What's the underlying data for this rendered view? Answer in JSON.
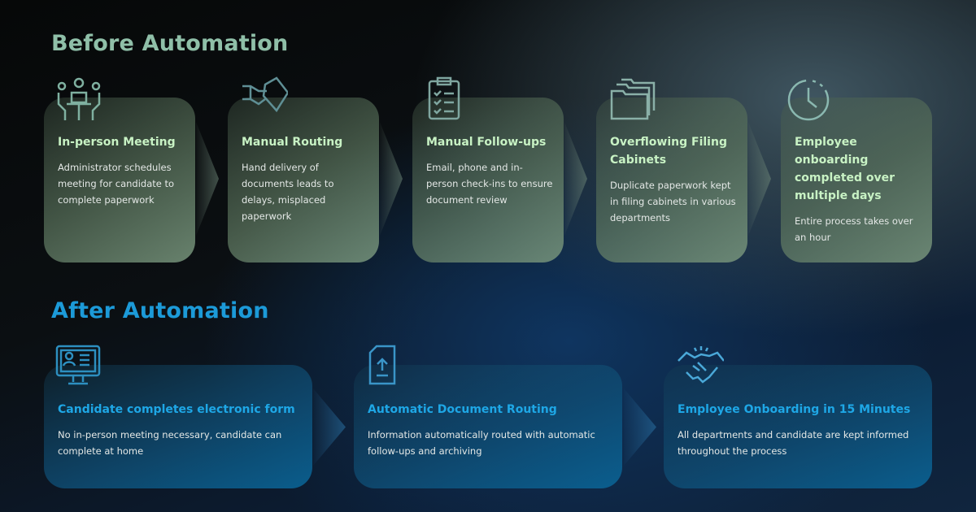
{
  "before": {
    "heading": "Before Automation",
    "steps": [
      {
        "icon": "meeting-icon",
        "title": "In-person Meeting",
        "desc": "Administrator schedules meeting for candidate to complete paperwork"
      },
      {
        "icon": "hand-document-icon",
        "title": "Manual Routing",
        "desc": "Hand delivery of documents leads to delays, misplaced paperwork"
      },
      {
        "icon": "clipboard-checklist-icon",
        "title": "Manual Follow-ups",
        "desc": "Email, phone and in-person check-ins to ensure document review"
      },
      {
        "icon": "folders-icon",
        "title": "Overflowing Filing Cabinets",
        "desc": "Duplicate paperwork kept in filing cabinets in various departments"
      },
      {
        "icon": "clock-icon",
        "title": "Employee onboarding completed over multiple days",
        "desc": "Entire process takes over an hour"
      }
    ]
  },
  "after": {
    "heading": "After Automation",
    "steps": [
      {
        "icon": "computer-form-icon",
        "title": "Candidate completes electronic form",
        "desc": "No in-person meeting necessary, candidate can complete at home"
      },
      {
        "icon": "document-upload-icon",
        "title": "Automatic Document Routing",
        "desc": "Information automatically routed with automatic follow-ups and archiving"
      },
      {
        "icon": "handshake-icon",
        "title": "Employee Onboarding in 15 Minutes",
        "desc": "All departments and candidate are kept informed throughout the process"
      }
    ]
  },
  "colors": {
    "before_accent": "#c8f2c4",
    "after_accent": "#1ea7e6"
  }
}
